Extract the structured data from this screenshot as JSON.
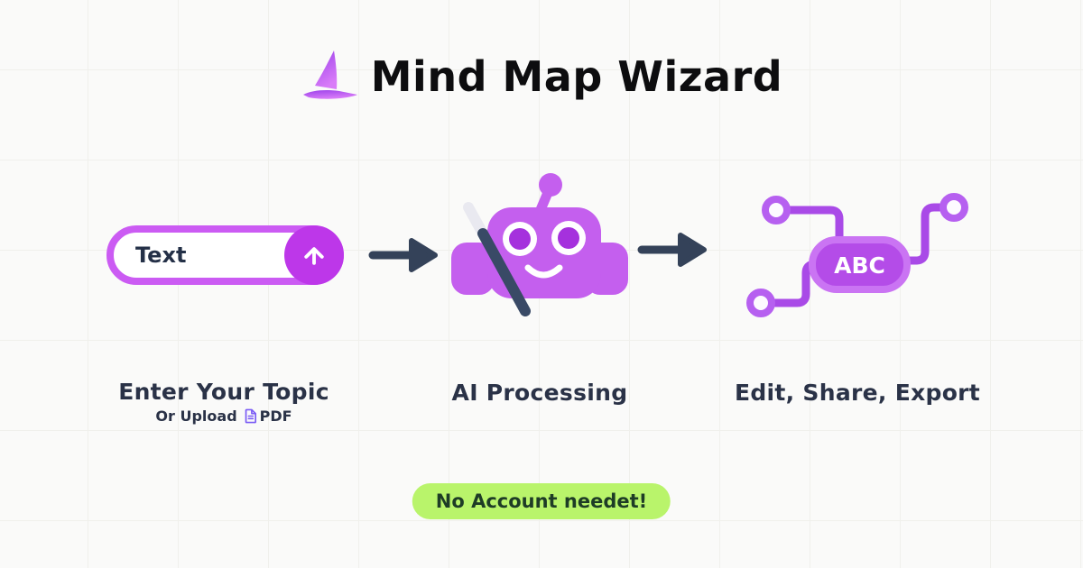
{
  "header": {
    "title": "Mind Map Wizard"
  },
  "input": {
    "value": "Text"
  },
  "steps": {
    "step1": {
      "label": "Enter Your Topic",
      "sub_prefix": "Or Upload",
      "sub_pdf": "PDF"
    },
    "step2": {
      "label": "AI Processing"
    },
    "step3": {
      "label": "Edit, Share, Export",
      "node_label": "ABC"
    }
  },
  "badge": {
    "text": "No Account needet!"
  },
  "icons": {
    "logo": "wizard-hat-icon",
    "upload": "upload-arrow-icon",
    "flow": "flow-arrow-icon",
    "robot": "robot-icon",
    "pdf": "pdf-file-icon",
    "mindmap": "mindmap-icon"
  },
  "colors": {
    "accent_purple": "#bd37e9",
    "pill_border_purple": "#cb5bf3",
    "robot_purple": "#c45fee",
    "pupil_purple": "#a531dd",
    "connector_purple": "#a94ae7",
    "node_fill": "#b44ce8",
    "node_stroke": "#ca74f3",
    "arrow_navy": "#344259",
    "label_navy": "#2a3247",
    "badge_green": "#b9f46b",
    "badge_text_green": "#1e3c26",
    "pdf_indigo": "#7b5cf5",
    "background": "#fafaf9",
    "grid_line": "#f0f0ec"
  }
}
